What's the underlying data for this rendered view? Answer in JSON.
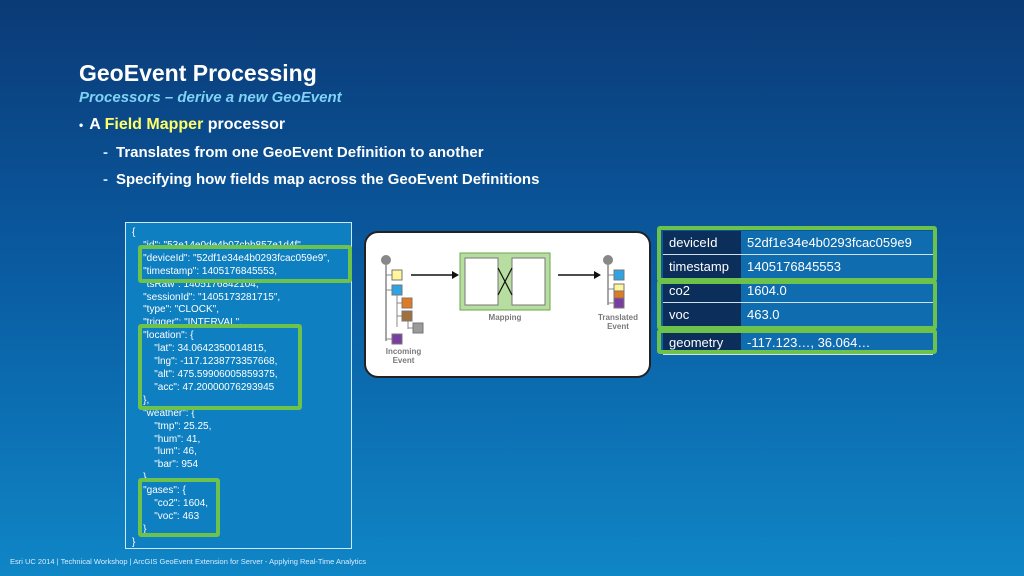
{
  "title": "GeoEvent Processing",
  "subtitle": "Processors – derive a new GeoEvent",
  "bullet": {
    "prefix": "A ",
    "highlight": "Field Mapper",
    "suffix": " processor"
  },
  "subbullets": [
    "Translates from one GeoEvent Definition to another",
    "Specifying how fields map across the GeoEvent Definitions"
  ],
  "json_lines": [
    "{",
    "    \"id\": \"53e14e0de4b07cbb857e1d4f\",",
    "    \"deviceId\": \"52df1e34e4b0293fcac059e9\",",
    "    \"timestamp\": 1405176845553,",
    "    \"tsRaw\": 1405176842104,",
    "    \"sessionId\": \"1405173281715\",",
    "    \"type\": \"CLOCK\",",
    "    \"trigger\": \"INTERVAL\",",
    "    \"location\": {",
    "        \"lat\": 34.0642350014815,",
    "        \"lng\": -117.1238773357668,",
    "        \"alt\": 475.59906005859375,",
    "        \"acc\": 47.20000076293945",
    "    },",
    "    \"weather\": {",
    "        \"tmp\": 25.25,",
    "        \"hum\": 41,",
    "        \"lum\": 46,",
    "        \"bar\": 954",
    "    },",
    "    \"gases\": {",
    "        \"co2\": 1604,",
    "        \"voc\": 463",
    "    }",
    "}"
  ],
  "diagram": {
    "incoming_label_1": "Incoming",
    "incoming_label_2": "Event",
    "mapping_label": "Mapping",
    "translated_label_1": "Translated",
    "translated_label_2": "Event"
  },
  "table": [
    {
      "key": "deviceId",
      "value": "52df1e34e4b0293fcac059e9"
    },
    {
      "key": "timestamp",
      "value": "1405176845553"
    },
    {
      "key": "co2",
      "value": "1604.0"
    },
    {
      "key": "voc",
      "value": "463.0"
    },
    {
      "key": "geometry",
      "value": "-117.123…, 36.064…"
    }
  ],
  "footer": "Esri UC 2014 | Technical Workshop |  ArcGIS GeoEvent Extension for Server - Applying Real-Time Analytics",
  "colors": {
    "highlight_box": "#6cc24a",
    "field_mapper": "#ffff66",
    "subtitle": "#7fd3f5"
  }
}
